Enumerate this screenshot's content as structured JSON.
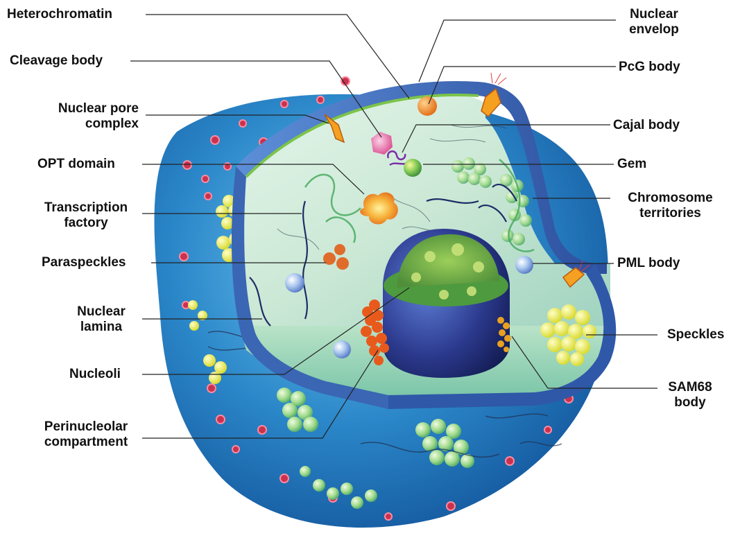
{
  "diagram": {
    "left_labels": {
      "heterochromatin": "Heterochromatin",
      "cleavage_body": "Cleavage body",
      "nuclear_pore_complex": "Nuclear pore\ncomplex",
      "opt_domain": "OPT domain",
      "transcription_factory": "Transcription\nfactory",
      "paraspeckles": "Paraspeckles",
      "nuclear_lamina": "Nuclear\nlamina",
      "nucleoli": "Nucleoli",
      "perinucleolar_compartment": "Perinucleolar\ncompartment"
    },
    "right_labels": {
      "nuclear_envelop": "Nuclear\nenvelop",
      "pcg_body": "PcG body",
      "cajal_body": "Cajal body",
      "gem": "Gem",
      "chromosome_territories": "Chromosome\nterritories",
      "pml_body": "PML body",
      "speckles": "Speckles",
      "sam68_body": "SAM68\nbody"
    },
    "colors": {
      "outer_sphere": "#2a86c8",
      "envelope": "#3d68b8",
      "nucleoplasm": "#cfe9d9",
      "nucleolus": "#2c3a8e",
      "leader_line": "#222222",
      "pcg_body": "#f08a1e",
      "cleavage_body": "#e4559a",
      "opt_domain": "#f5a623",
      "paraspeckles": "#e06c2c",
      "speckles": "#c8e6a0",
      "perinucleolar": "#e85a1c",
      "sam68": "#e8a020"
    }
  }
}
